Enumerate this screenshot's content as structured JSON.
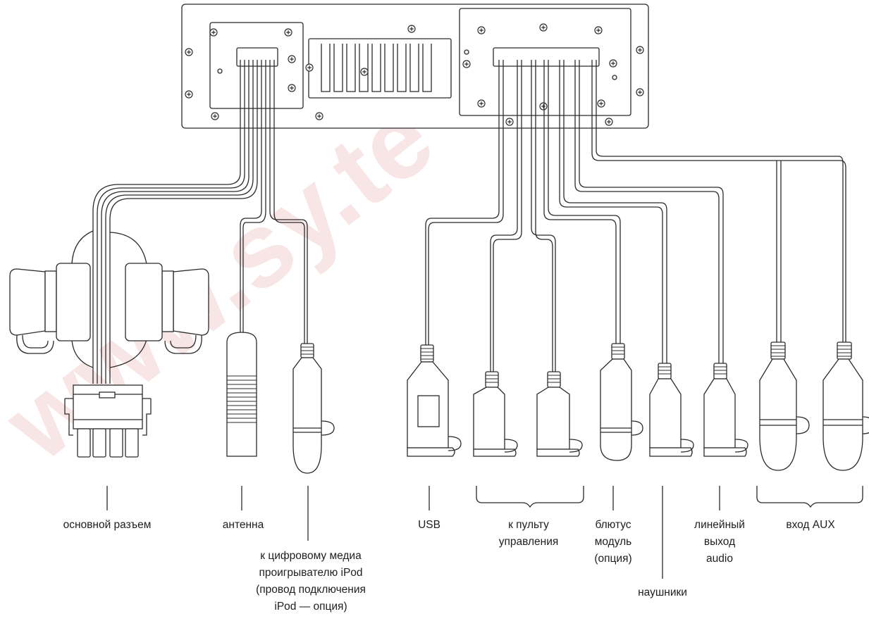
{
  "watermark": "www.sy.te",
  "colors": {
    "line": "#2b2b2b",
    "text": "#1e1e1e",
    "watermark": "#e9acac",
    "background": "#ffffff"
  },
  "labels": {
    "main_connector": "основной разъем",
    "antenna": "антенна",
    "ipod": [
      "к цифровому медиа",
      "проигрывателю iPod",
      "(провод подключения",
      "iPod — опция)"
    ],
    "usb": "USB",
    "remote": [
      "к пульту",
      "управления"
    ],
    "bluetooth": [
      "блютус",
      "модуль",
      "(опция)"
    ],
    "headphones": "наушники",
    "line_out": [
      "линейный",
      "выход",
      "audio"
    ],
    "aux": "вход AUX"
  }
}
